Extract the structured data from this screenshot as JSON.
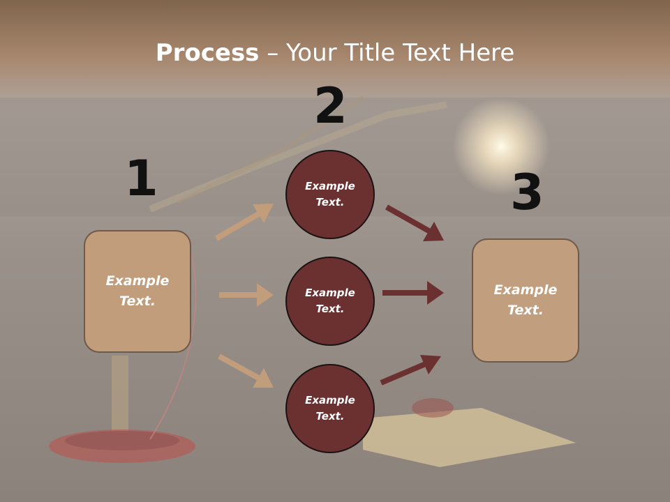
{
  "slide": {
    "title_strong": "Process",
    "title_rest": " – Your Title Text Here"
  },
  "diagram": {
    "step_numbers": [
      "1",
      "2",
      "3"
    ],
    "left_box": "Example\nText.",
    "circles": [
      "Example\nText.",
      "Example\nText.",
      "Example\nText."
    ],
    "right_box": "Example\nText."
  },
  "colors": {
    "box_fill": "#c19d7b",
    "circle_fill": "#6b3030",
    "tan_arrow": "#c19d7b",
    "dark_arrow": "#6b3030",
    "title_band": "#8b6e56"
  }
}
